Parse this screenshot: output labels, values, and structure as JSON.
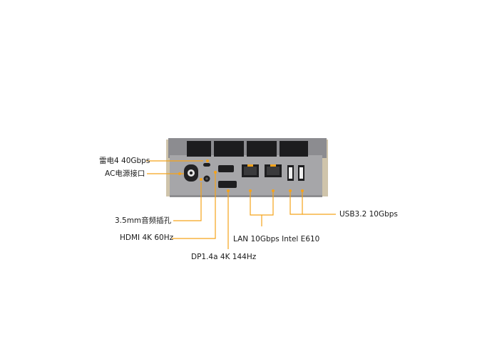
{
  "colors": {
    "accent": "#f5a31a",
    "chassis_top": "#8a8a8e",
    "chassis_face": "#a3a3a6",
    "chassis_side": "#c9bfa8",
    "vent": "#1d1d1f",
    "port": "#202022"
  },
  "labels": {
    "thunderbolt": "雷电4 40Gbps",
    "ac_power": "AC电源接口",
    "audio": "3.5mm音频插孔",
    "hdmi": "HDMI 4K 60Hz",
    "displayport": "DP1.4a 4K 144Hz",
    "lan": "LAN 10Gbps Intel E610",
    "usb": "USB3.2 10Gbps"
  }
}
